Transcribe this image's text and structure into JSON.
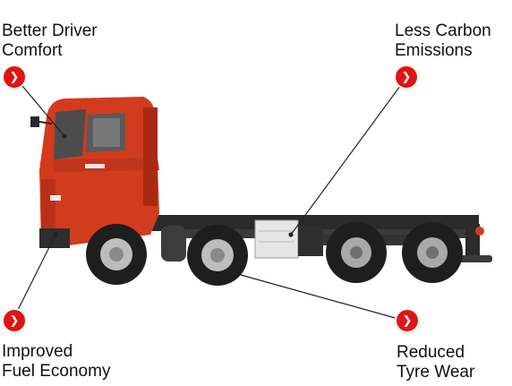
{
  "callouts": [
    {
      "id": "comfort",
      "line1": "Better Driver",
      "line2": "Comfort",
      "glyph": "❯"
    },
    {
      "id": "carbon",
      "line1": "Less Carbon",
      "line2": "Emissions",
      "glyph": "❯"
    },
    {
      "id": "fuel",
      "line1": "Improved",
      "line2": "Fuel Economy",
      "glyph": "❯"
    },
    {
      "id": "tyre",
      "line1": "Reduced",
      "line2": "Tyre Wear",
      "glyph": "❯"
    }
  ],
  "colors": {
    "cab": "#d23b1e",
    "cab_dark": "#a82a12",
    "chassis": "#2a2a2a",
    "tyre": "#1e1e1e",
    "hotspot": "#e11414"
  },
  "icons": {
    "hotspot": "chevron-right-icon"
  }
}
